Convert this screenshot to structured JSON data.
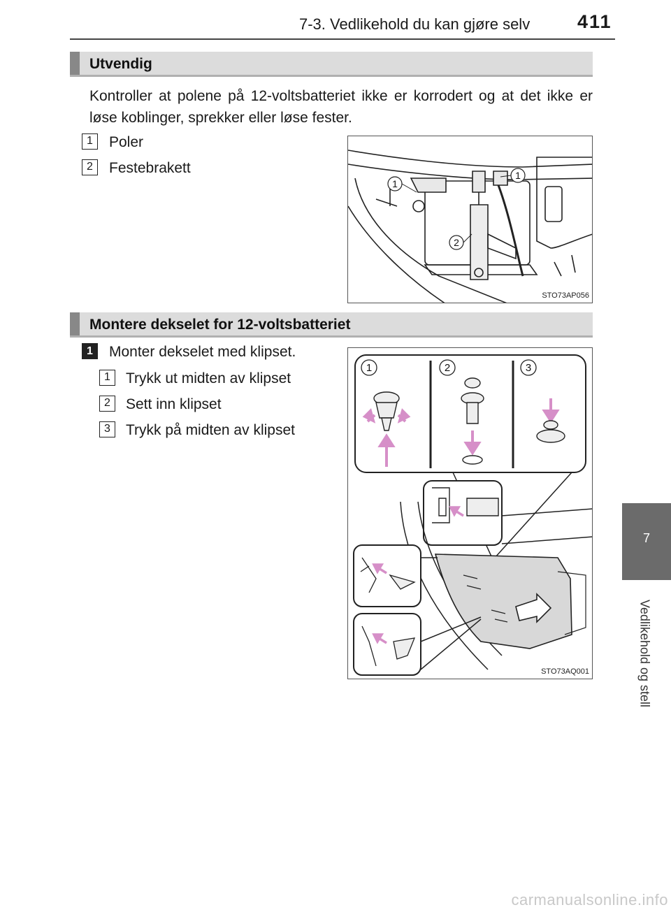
{
  "header": {
    "section": "7-3. Vedlikehold du kan gjøre selv",
    "page_number": "411"
  },
  "side_tab": {
    "chapter_number": "7",
    "chapter_label": "Vedlikehold og stell"
  },
  "section1": {
    "title": "Utvendig",
    "paragraph": "Kontroller at polene på 12-voltsbatteriet ikke er korrodert og at det ikke er løse koblinger, sprekker eller løse fester.",
    "items": [
      {
        "num": "1",
        "label": "Poler"
      },
      {
        "num": "2",
        "label": "Festebrakett"
      }
    ],
    "figure": {
      "code": "STO73AP056",
      "callouts": [
        "1",
        "1",
        "2"
      ]
    }
  },
  "section2": {
    "title": "Montere dekselet for 12-voltsbatteriet",
    "step": {
      "num": "1",
      "label": "Monter dekselet med klipset."
    },
    "substeps": [
      {
        "num": "1",
        "label": "Trykk ut midten av klipset"
      },
      {
        "num": "2",
        "label": "Sett inn klipset"
      },
      {
        "num": "3",
        "label": "Trykk på midten av klipset"
      }
    ],
    "figure": {
      "code": "STO73AQ001",
      "callouts": [
        "1",
        "2",
        "3"
      ]
    }
  },
  "watermark": "carmanualsonline.info",
  "colors": {
    "section_bg": "#dcdcdc",
    "section_bar": "#888888",
    "tab": "#6b6b6b",
    "arrow_pink": "#d68fc8",
    "cover_fill": "#d8d8d8"
  }
}
